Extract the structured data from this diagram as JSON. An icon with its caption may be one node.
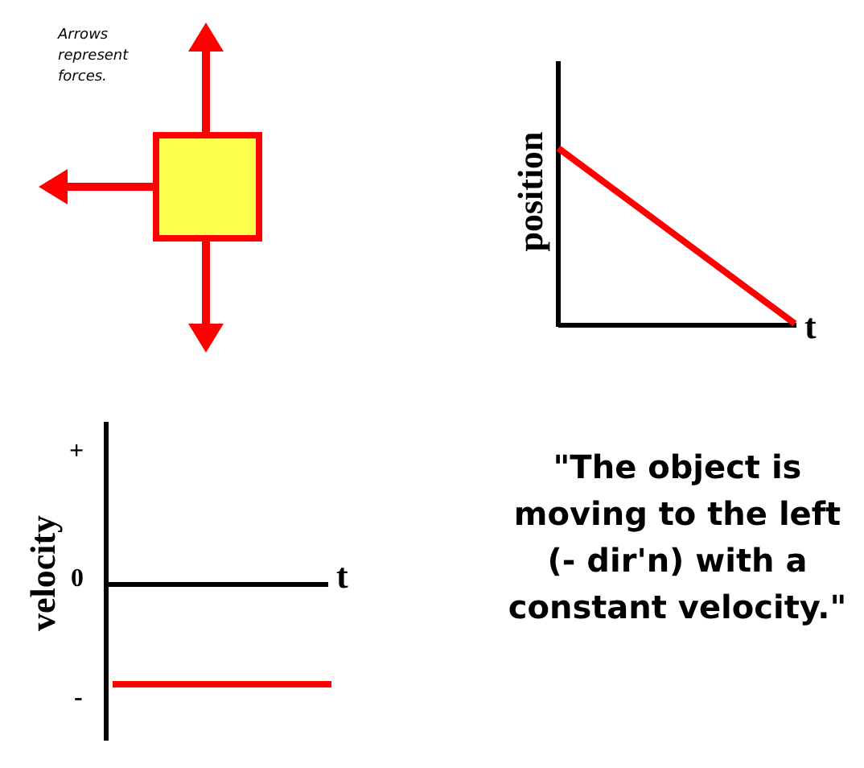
{
  "diagram": {
    "nodes": [
      {
        "text": [],
        "shape": "box"
      }
    ],
    "labels": [
      "Arrows represent forces.",
      "position",
      "t",
      "+",
      "velocity",
      "0",
      "t",
      "-",
      "\"The object is moving to the left (- dir'n) with a constant velocity.\""
    ]
  }
}
